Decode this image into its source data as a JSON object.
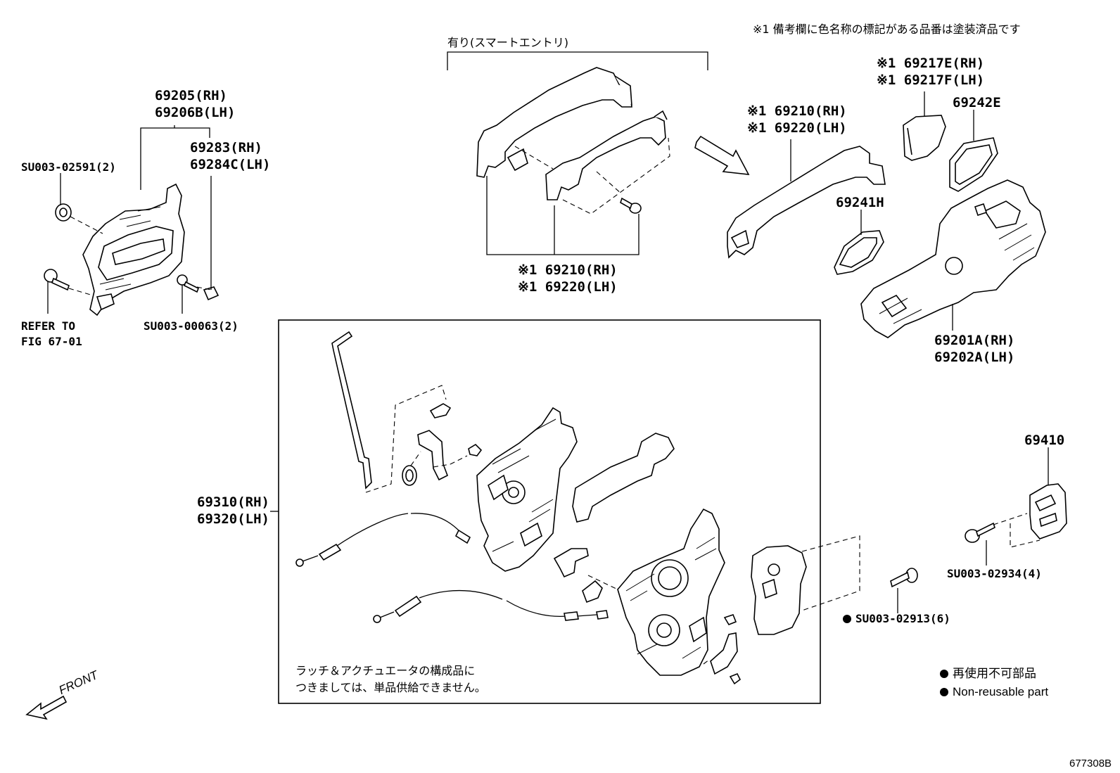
{
  "header_note": "※1 備考欄に色名称の標記がある品番は塗装済品です",
  "smart_entry_label": "有り(スマートエントリ)",
  "labels": {
    "p69205": "69205(RH)",
    "p69206b": "69206B(LH)",
    "p69283": "69283(RH)",
    "p69284c": "69284C(LH)",
    "su02591": "SU003-02591(2)",
    "refer1": "REFER TO",
    "refer2": "FIG 67-01",
    "su00063": "SU003-00063(2)",
    "center_69210": "※1 69210(RH)",
    "center_69220": "※1 69220(LH)",
    "right_69210": "※1 69210(RH)",
    "right_69220": "※1 69220(LH)",
    "p69217e": "※1 69217E(RH)",
    "p69217f": "※1 69217F(LH)",
    "p69242e": "69242E",
    "p69241h": "69241H",
    "p69201a": "69201A(RH)",
    "p69202a": "69202A(LH)",
    "p69410": "69410",
    "su02934": "SU003-02934(4)",
    "su02913": "SU003-02913(6)",
    "p69310": "69310(RH)",
    "p69320": "69320(LH)"
  },
  "box_note_line1": "ラッチ＆アクチュエータの構成品に",
  "box_note_line2": "つきましては、単品供給できません。",
  "legend": {
    "jp": "再使用不可部品",
    "en": "Non-reusable part"
  },
  "front_label": "FRONT",
  "diagram_code": "677308B"
}
